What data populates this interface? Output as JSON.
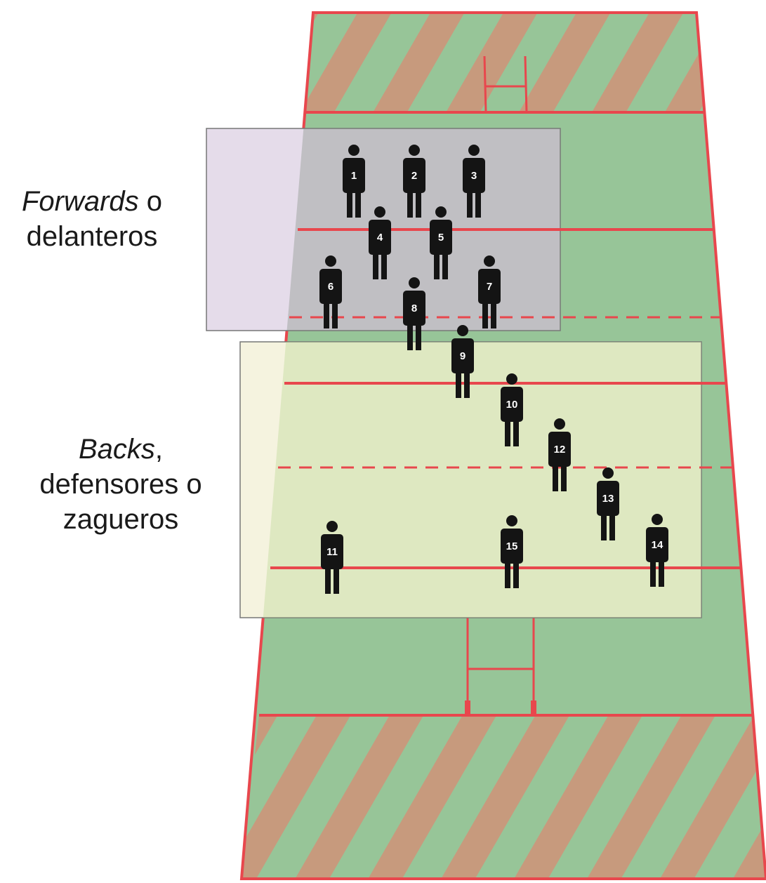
{
  "groups": {
    "forwards": {
      "italic_word": "Forwards",
      "rest_line1": " o",
      "line2": "delanteros"
    },
    "backs": {
      "italic_word": "Backs",
      "rest_line1": ",",
      "line2": "defensores o",
      "line3": "zagueros"
    }
  },
  "colors": {
    "field_green": "#97c598",
    "stripe_brown": "#c79a7d",
    "line_red": "#e8474d",
    "player_black": "#141414",
    "forwards_box": "#e5dcea",
    "backs_box": "#f5f3df"
  },
  "players": [
    {
      "number": "1",
      "group": "forwards"
    },
    {
      "number": "2",
      "group": "forwards"
    },
    {
      "number": "3",
      "group": "forwards"
    },
    {
      "number": "4",
      "group": "forwards"
    },
    {
      "number": "5",
      "group": "forwards"
    },
    {
      "number": "6",
      "group": "forwards"
    },
    {
      "number": "7",
      "group": "forwards"
    },
    {
      "number": "8",
      "group": "forwards"
    },
    {
      "number": "9",
      "group": "backs"
    },
    {
      "number": "10",
      "group": "backs"
    },
    {
      "number": "12",
      "group": "backs"
    },
    {
      "number": "13",
      "group": "backs"
    },
    {
      "number": "11",
      "group": "backs"
    },
    {
      "number": "15",
      "group": "backs"
    },
    {
      "number": "14",
      "group": "backs"
    }
  ]
}
